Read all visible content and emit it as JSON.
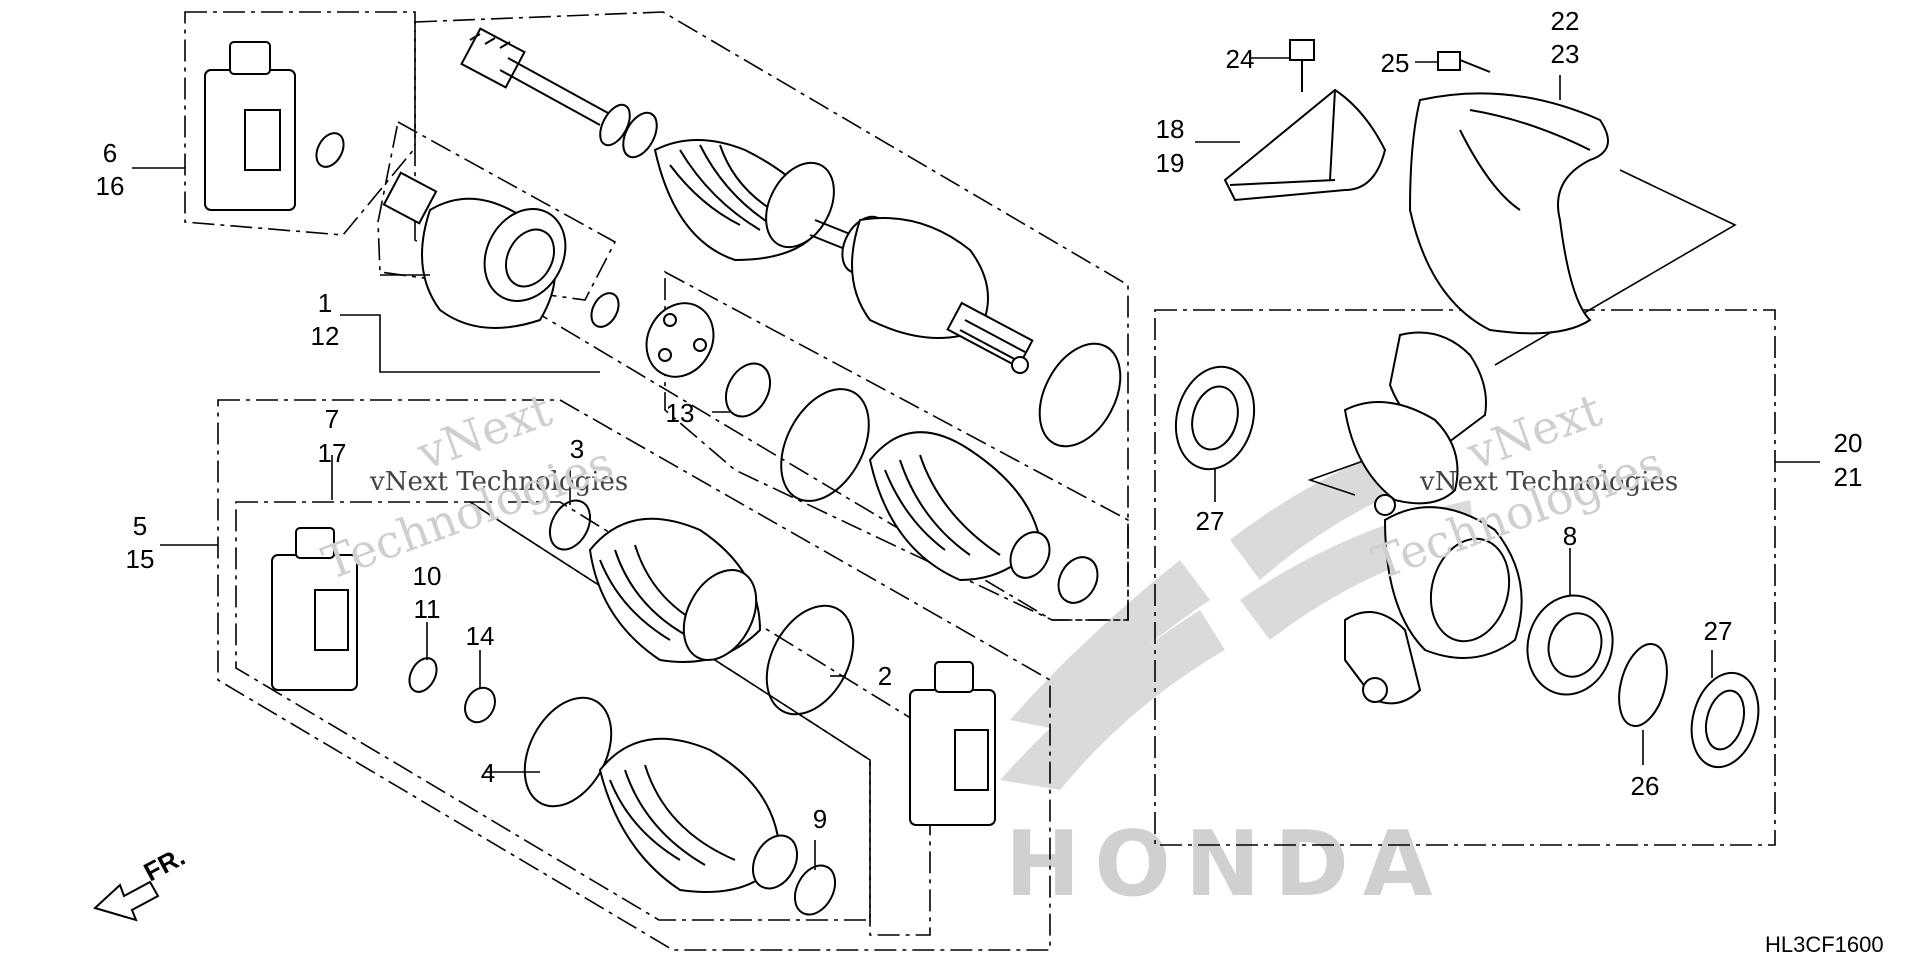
{
  "callouts": {
    "c1": "1",
    "c12": "12",
    "c6": "6",
    "c16": "16",
    "c13": "13",
    "c7": "7",
    "c17": "17",
    "c5": "5",
    "c15": "15",
    "c3a": "3",
    "c10": "10",
    "c11": "11",
    "c14": "14",
    "c2": "2",
    "c4": "4",
    "c9": "9",
    "c18": "18",
    "c19": "19",
    "c24": "24",
    "c25": "25",
    "c22": "22",
    "c23": "23",
    "c20": "20",
    "c21": "21",
    "c27a": "27",
    "c8": "8",
    "c27b": "27",
    "c26": "26"
  },
  "direction_label": "FR.",
  "diagram_code": "HL3CF1600",
  "watermark": {
    "top_text": "vNext Technologies",
    "arc_line1": "vNext",
    "arc_line2": "Technologies"
  },
  "brand_mark": {
    "text": "HONDA",
    "color": "#c8c8c8"
  }
}
